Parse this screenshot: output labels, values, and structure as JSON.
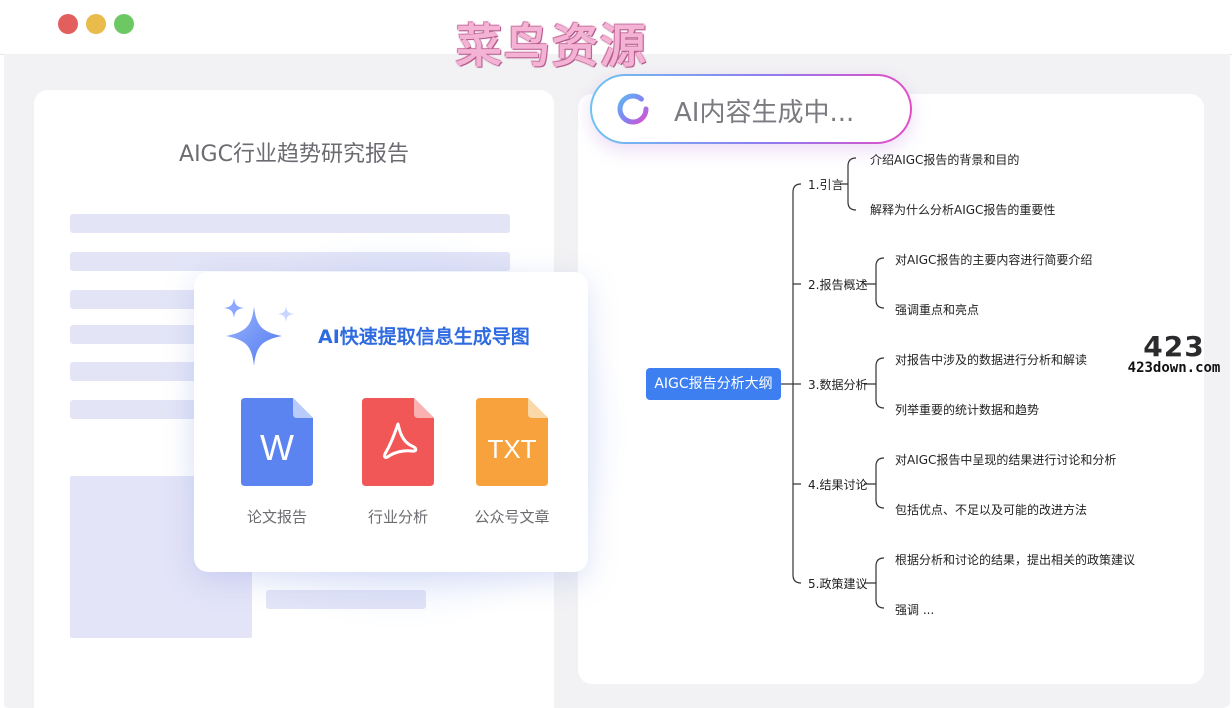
{
  "watermark": {
    "title": "菜鸟资源",
    "site_number": "423",
    "site_url": "423down.com"
  },
  "document": {
    "title": "AIGC行业趋势研究报告"
  },
  "extract_card": {
    "title": "AI快速提取信息生成导图",
    "files": [
      {
        "glyph": "W",
        "label": "论文报告",
        "color": "#5b84f0",
        "icon": "word-file-icon"
      },
      {
        "glyph": "",
        "label": "行业分析",
        "color": "#f25757",
        "icon": "pdf-file-icon"
      },
      {
        "glyph": "TXT",
        "label": "公众号文章",
        "color": "#f7a23c",
        "icon": "txt-file-icon"
      }
    ]
  },
  "ai_status": {
    "text": "AI内容生成中..."
  },
  "mindmap": {
    "root": "AIGC报告分析大纲",
    "branches": [
      {
        "label": "1.引言",
        "children": [
          "介绍AIGC报告的背景和目的",
          "解释为什么分析AIGC报告的重要性"
        ]
      },
      {
        "label": "2.报告概述",
        "children": [
          "对AIGC报告的主要内容进行简要介绍",
          "强调重点和亮点"
        ]
      },
      {
        "label": "3.数据分析",
        "children": [
          "对报告中涉及的数据进行分析和解读",
          "列举重要的统计数据和趋势"
        ]
      },
      {
        "label": "4.结果讨论",
        "children": [
          "对AIGC报告中呈现的结果进行讨论和分析",
          "包括优点、不足以及可能的改进方法"
        ]
      },
      {
        "label": "5.政策建议",
        "children": [
          "根据分析和讨论的结果，提出相关的政策建议",
          "强调 ..."
        ]
      }
    ]
  }
}
